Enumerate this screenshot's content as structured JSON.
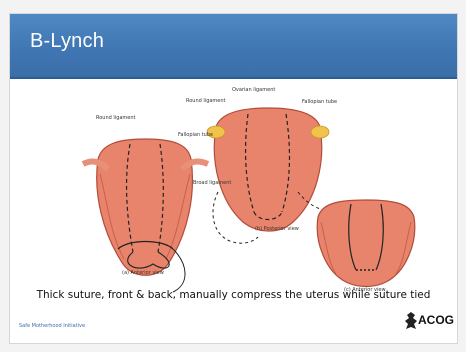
{
  "slide": {
    "title": "B-Lynch",
    "caption": "Thick suture, front & back, manually compress the uterus while suture tied",
    "footer_left": "Safe Motherhood Initiative",
    "logo_text": "ACOG"
  },
  "figure": {
    "labels": {
      "round_ligament_a": "Round ligament",
      "fallopian_tube_a": "Fallopian tube",
      "broad_ligament": "Broad ligament",
      "anterior_view_a": "(a) Anterior view",
      "round_ligament_b": "Round ligament",
      "ovarian_ligament": "Ovarian ligament",
      "fallopian_tube_b": "Fallopian tube",
      "posterior_view": "(b) Posterior view",
      "anterior_view_c": "(c) Anterior view"
    }
  },
  "colors": {
    "title_bar": "#3f76b3",
    "uterus": "#e8846b",
    "tube": "#f0c34a",
    "background": "#f3f3f3",
    "footer_text": "#3b6db0"
  },
  "icons": [
    "acog-logo-icon"
  ]
}
